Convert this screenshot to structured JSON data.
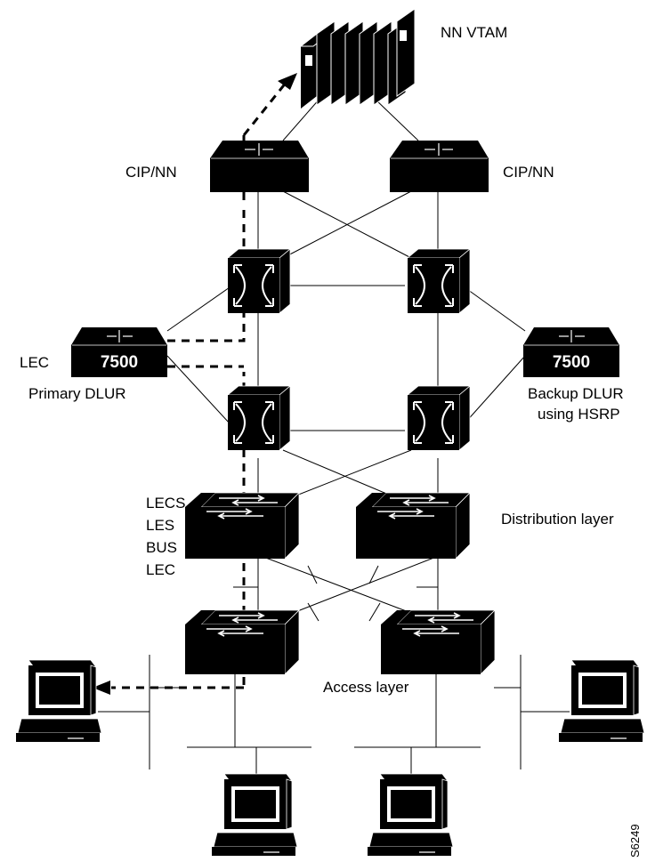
{
  "labels": {
    "nn_vtam": "NN VTAM",
    "cip_nn_left": "CIP/NN",
    "cip_nn_right": "CIP/NN",
    "lec_left": "LEC",
    "primary_dlur": "Primary DLUR",
    "backup_dlur_1": "Backup DLUR",
    "backup_dlur_2": "using HSRP",
    "lecs": "LECS",
    "les": "LES",
    "bus": "BUS",
    "lec_dist": "LEC",
    "distribution_layer": "Distribution layer",
    "access_layer": "Access layer",
    "figure_code": "S6249"
  },
  "routers": {
    "left_7500": "7500",
    "right_7500": "7500"
  },
  "colors": {
    "device": "#000000",
    "line": "#000000",
    "background": "#ffffff"
  }
}
